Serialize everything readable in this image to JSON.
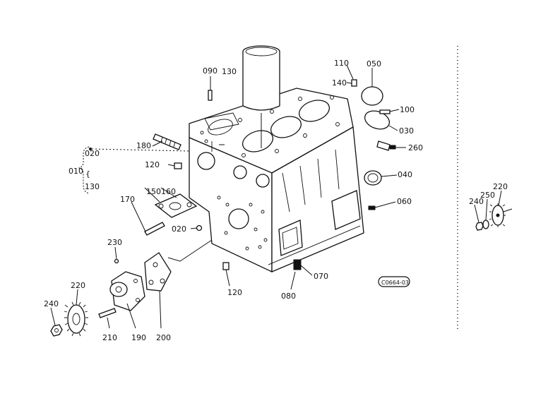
{
  "diagram": {
    "callouts": {
      "p010": "010",
      "p020a": "020",
      "p020b": "020",
      "p030": "030",
      "p040": "040",
      "p050": "050",
      "p060": "060",
      "p070": "070",
      "p080": "080",
      "p090": "090",
      "p100": "100",
      "p110": "110",
      "p120a": "120",
      "p120b": "120",
      "p130a": "130",
      "p130b": "130",
      "p140": "140",
      "p150": "150",
      "p160": "160",
      "p170": "170",
      "p180": "180",
      "p190": "190",
      "p200": "200",
      "p210": "210",
      "p220a": "220",
      "p220b": "220",
      "p230": "230",
      "p240a": "240",
      "p240b": "240",
      "p250": "250",
      "p260": "260"
    },
    "group_brace": "{",
    "figure_code": "C0664-03"
  }
}
